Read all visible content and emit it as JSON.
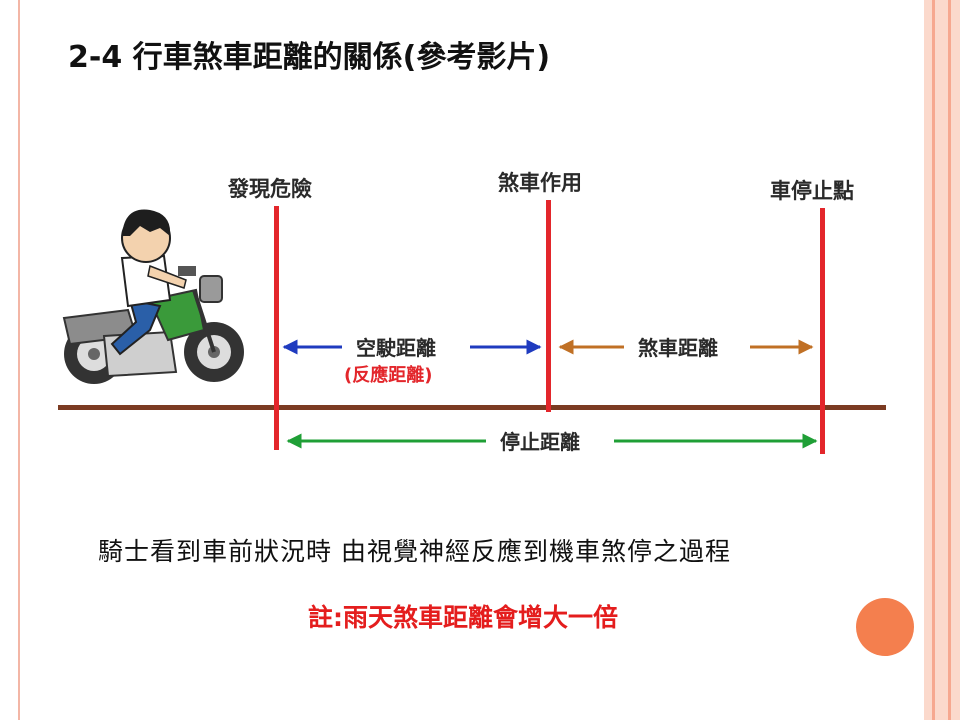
{
  "slide": {
    "title": "2-4 行車煞車距離的關係(參考影片)",
    "description": "騎士看到車前狀況時 由視覺神經反應到機車煞停之過程",
    "note": "註:雨天煞車距離會增大一倍"
  },
  "diagram": {
    "markers": {
      "danger": "發現危險",
      "brake_action": "煞車作用",
      "stop_point": "車停止點"
    },
    "spans": {
      "idle_distance": "空駛距離",
      "reaction_distance": "(反應距離)",
      "braking_distance": "煞車距離",
      "stopping_distance": "停止距離"
    }
  },
  "colors": {
    "marker_line": "#e3262b",
    "ground": "#7b3b22",
    "idle_arrow": "#1f3bbf",
    "braking_arrow": "#c07025",
    "stopping_arrow": "#1f9f36",
    "note": "#e41d1d",
    "accent_circle": "#f47f4e"
  }
}
